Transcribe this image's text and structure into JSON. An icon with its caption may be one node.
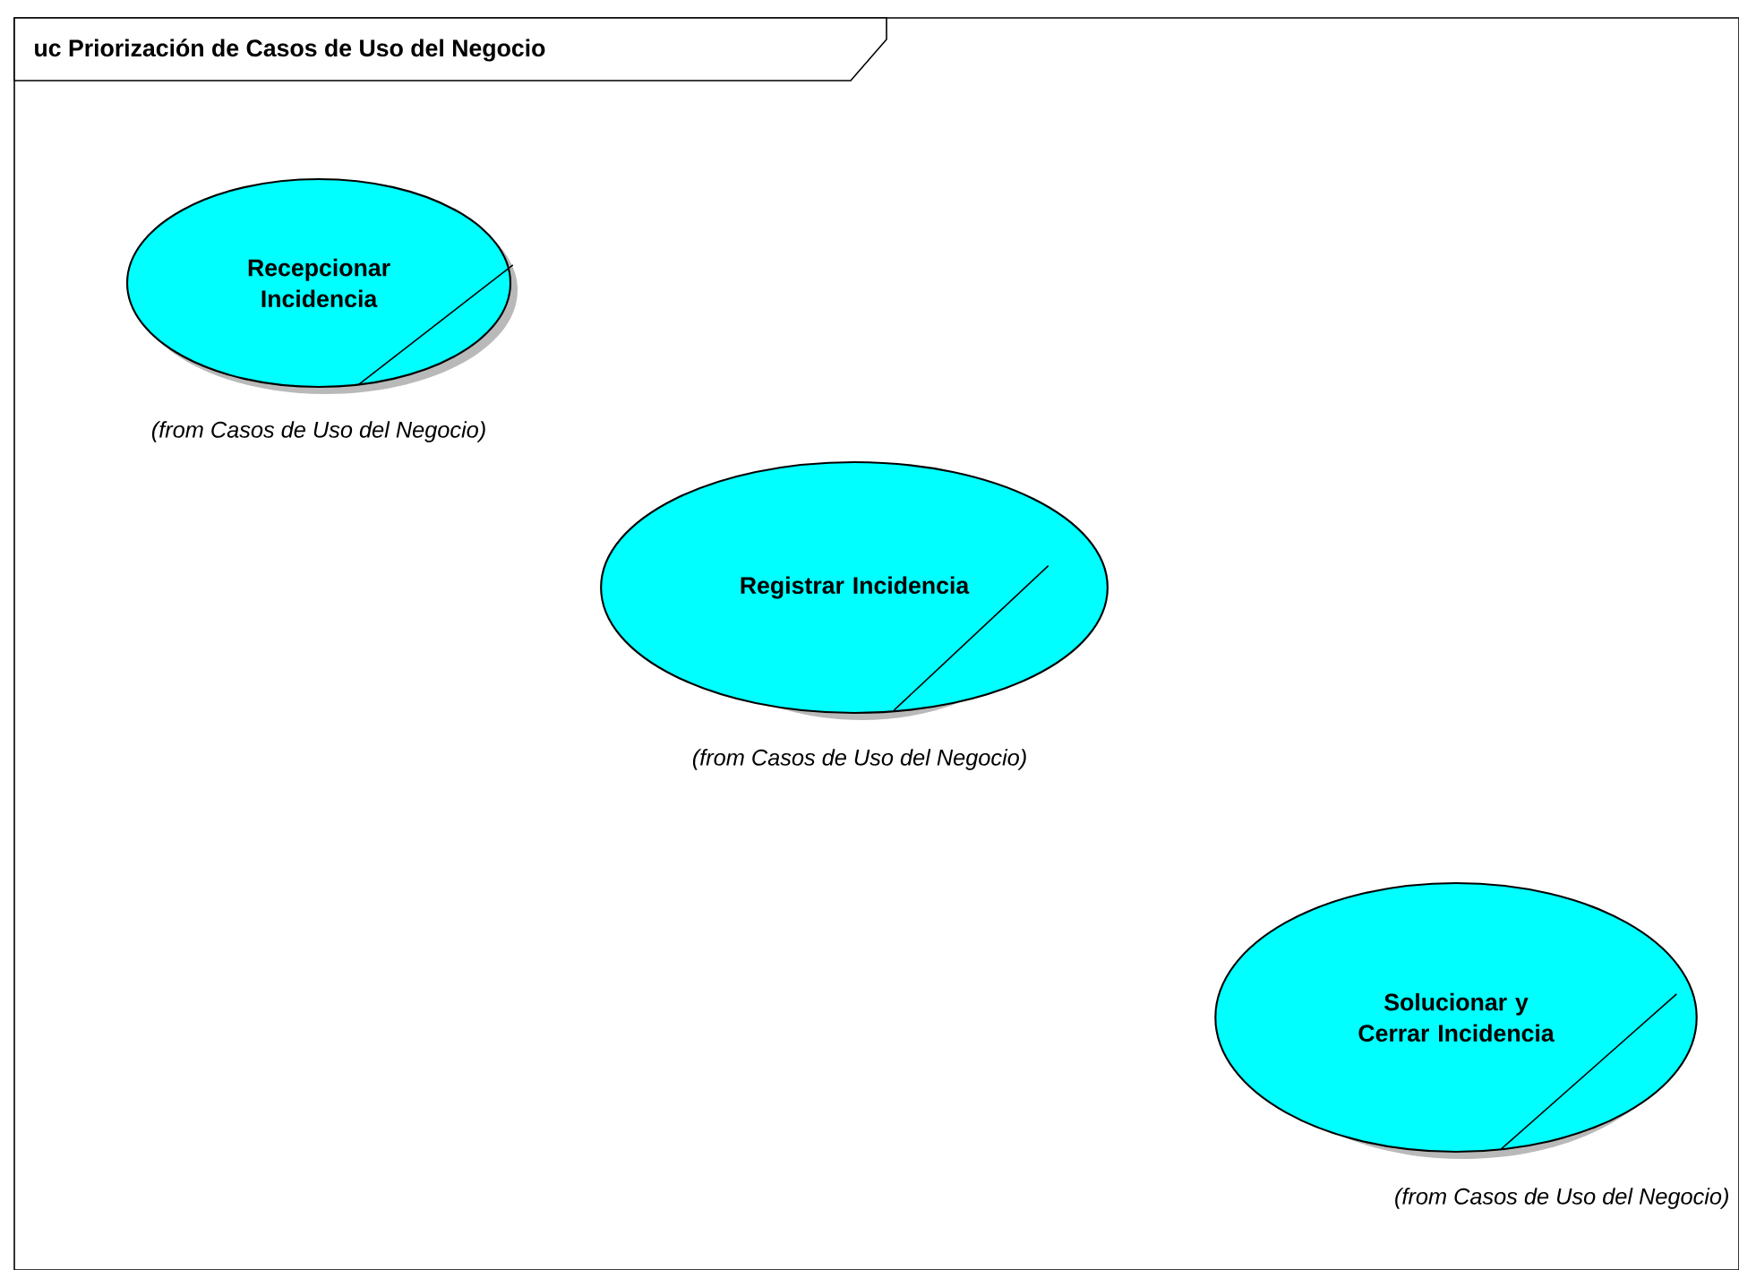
{
  "diagram": {
    "title": "uc Priorización de Casos de Uso del Negocio",
    "nodes": [
      {
        "text": [
          "Recepcionar Incidencia"
        ],
        "beside": [
          "(from Casos de Uso del Negocio)"
        ]
      },
      {
        "text": [
          "Registrar Incidencia"
        ],
        "beside": [
          "(from Casos de Uso del Negocio)"
        ]
      },
      {
        "text": [
          "Solucionar y Cerrar Incidencia"
        ],
        "beside": [
          "(from Casos de Uso del Negocio)"
        ]
      }
    ]
  }
}
